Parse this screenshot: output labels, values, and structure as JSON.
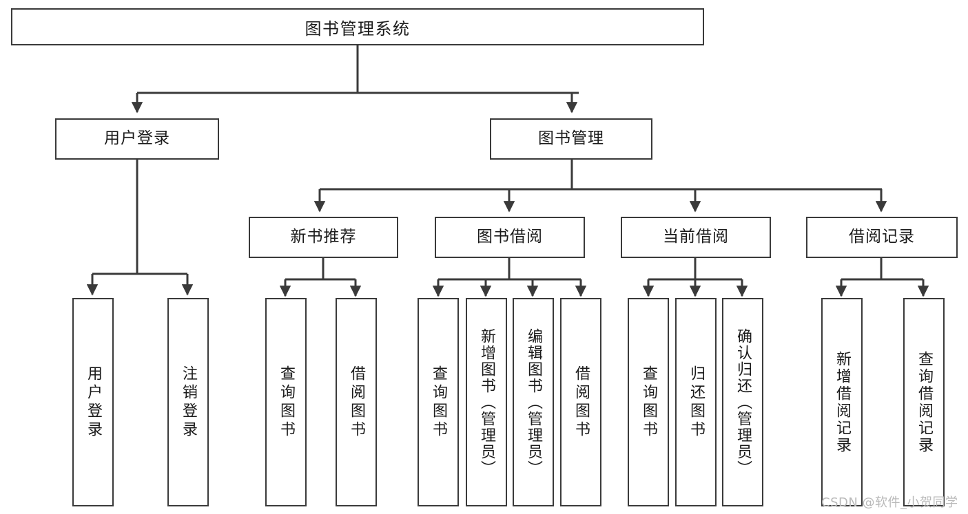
{
  "diagram": {
    "type": "tree-hierarchy",
    "title": "图书管理系统",
    "watermark": "CSDN @软件_小贺同学",
    "colors": {
      "stroke": "#3a3a3a",
      "fill": "#ffffff",
      "text": "#1b1b1b",
      "watermark": "#b9b9b9"
    },
    "nodes": {
      "root": {
        "label": "图书管理系统"
      },
      "level2": [
        {
          "id": "user-login",
          "label": "用户登录"
        },
        {
          "id": "book-manage",
          "label": "图书管理"
        }
      ],
      "level3": [
        {
          "id": "new-book-recommend",
          "label": "新书推荐"
        },
        {
          "id": "book-borrow",
          "label": "图书借阅"
        },
        {
          "id": "current-borrow",
          "label": "当前借阅"
        },
        {
          "id": "borrow-record",
          "label": "借阅记录"
        }
      ],
      "leaves": {
        "user_login": [
          {
            "id": "leaf-user-login",
            "label": "用户登录"
          },
          {
            "id": "leaf-logout-login",
            "label": "注销登录"
          }
        ],
        "new_book_recommend": [
          {
            "id": "leaf-query-book-1",
            "label": "查询图书"
          },
          {
            "id": "leaf-borrow-book-1",
            "label": "借阅图书"
          }
        ],
        "book_borrow": [
          {
            "id": "leaf-query-book-2",
            "label": "查询图书"
          },
          {
            "id": "leaf-add-book-admin",
            "label": "新增图书（管理员）"
          },
          {
            "id": "leaf-edit-book-admin",
            "label": "编辑图书（管理员）"
          },
          {
            "id": "leaf-borrow-book-2",
            "label": "借阅图书"
          }
        ],
        "current_borrow": [
          {
            "id": "leaf-query-book-3",
            "label": "查询图书"
          },
          {
            "id": "leaf-return-book",
            "label": "归还图书"
          },
          {
            "id": "leaf-confirm-return-admin",
            "label": "确认归还（管理员）"
          }
        ],
        "borrow_record": [
          {
            "id": "leaf-add-borrow-record",
            "label": "新增借阅记录"
          },
          {
            "id": "leaf-query-borrow-record",
            "label": "查询借阅记录"
          }
        ]
      }
    }
  }
}
